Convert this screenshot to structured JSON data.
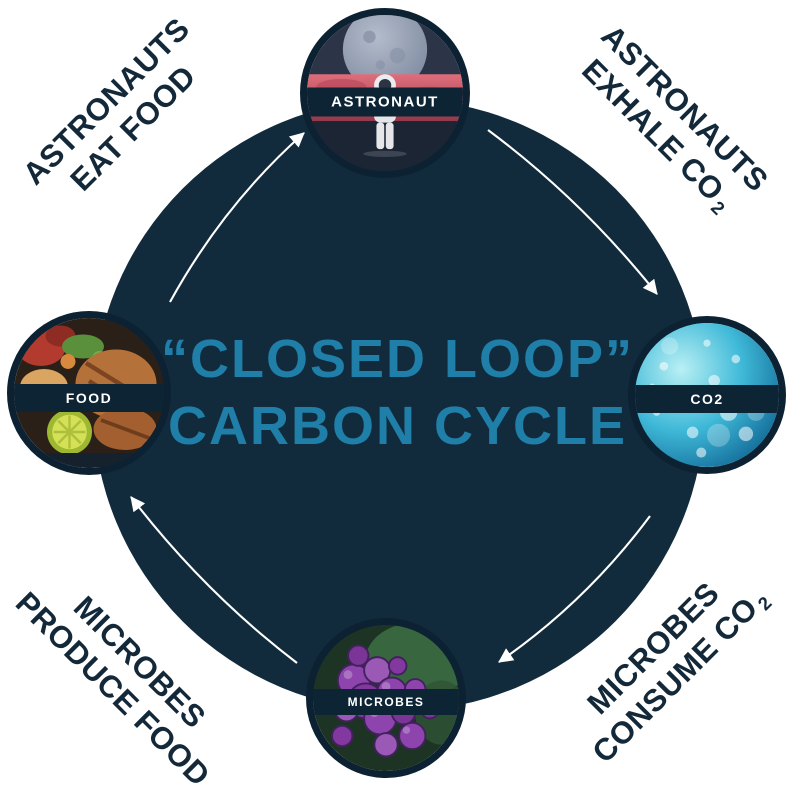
{
  "title": {
    "line1": "“CLOSED LOOP”",
    "line2": "CARBON CYCLE"
  },
  "nodes": {
    "astronaut": {
      "label": "ASTRONAUT"
    },
    "co2": {
      "label": "CO2"
    },
    "food": {
      "label": "FOOD"
    },
    "microbes": {
      "label": "MICROBES"
    }
  },
  "corner_labels": {
    "top_left": {
      "line1": "ASTRONAUTS",
      "line2": "EAT FOOD"
    },
    "top_right": {
      "line1": "ASTRONAUTS",
      "line2": "EXHALE CO",
      "line2_sub": "2"
    },
    "bottom_right": {
      "line1": "MICROBES",
      "line2": "CONSUME CO",
      "line2_sub": "2"
    },
    "bottom_left": {
      "line1": "MICROBES",
      "line2": "PRODUCE FOOD"
    }
  },
  "arrows": [
    {
      "from": "food",
      "to": "astronaut"
    },
    {
      "from": "astronaut",
      "to": "co2"
    },
    {
      "from": "co2",
      "to": "microbes"
    },
    {
      "from": "microbes",
      "to": "food"
    }
  ],
  "colors": {
    "background": "#ffffff",
    "circle": "#112b3c",
    "title_text": "#1f7fa8",
    "node_ring": "#0c2233",
    "label_banner": "#0d2434",
    "label_text": "#ffffff",
    "corner_text": "#13293a",
    "arrow": "#ffffff"
  }
}
